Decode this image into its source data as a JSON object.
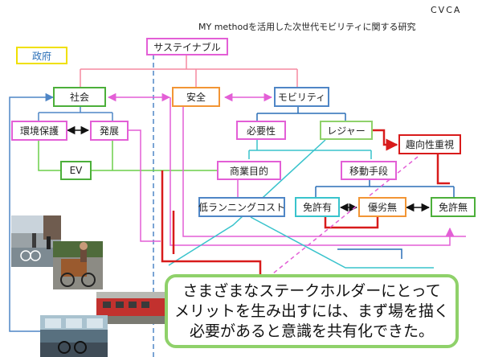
{
  "header": {
    "org": "CVCA",
    "title": "MY methodを活用した次世代モビリティに関する研究"
  },
  "nodes": {
    "government": "政府",
    "sustainable": "サステイナブル",
    "society": "社会",
    "safety": "安全",
    "mobility": "モビリティ",
    "env_protection": "環境保護",
    "development": "発展",
    "necessity": "必要性",
    "leisure": "レジャー",
    "preference": "趣向性重視",
    "ev": "EV",
    "commercial": "商業目的",
    "transport": "移動手段",
    "low_cost": "低ランニングコスト",
    "license_yes": "免許有",
    "no_superiority": "優劣無",
    "license_no": "免許無"
  },
  "callout": {
    "line1": "さまざまなステークホルダーにとって",
    "line2": "メリットを生み出すには、まず場を描く",
    "line3": "必要があると意識を共有化できた。"
  },
  "colors": {
    "pink": "#e35fd6",
    "blue": "#4f86c6",
    "green": "#4caf3a",
    "orange": "#f29535",
    "red": "#d81b1b",
    "cyan": "#39c3cc",
    "yellow": "#f0e000",
    "light_green": "#8fd16a"
  },
  "photos": [
    "street-cyclists-photo",
    "cargo-bike-photo",
    "red-train-photo",
    "train-interior-photo"
  ]
}
